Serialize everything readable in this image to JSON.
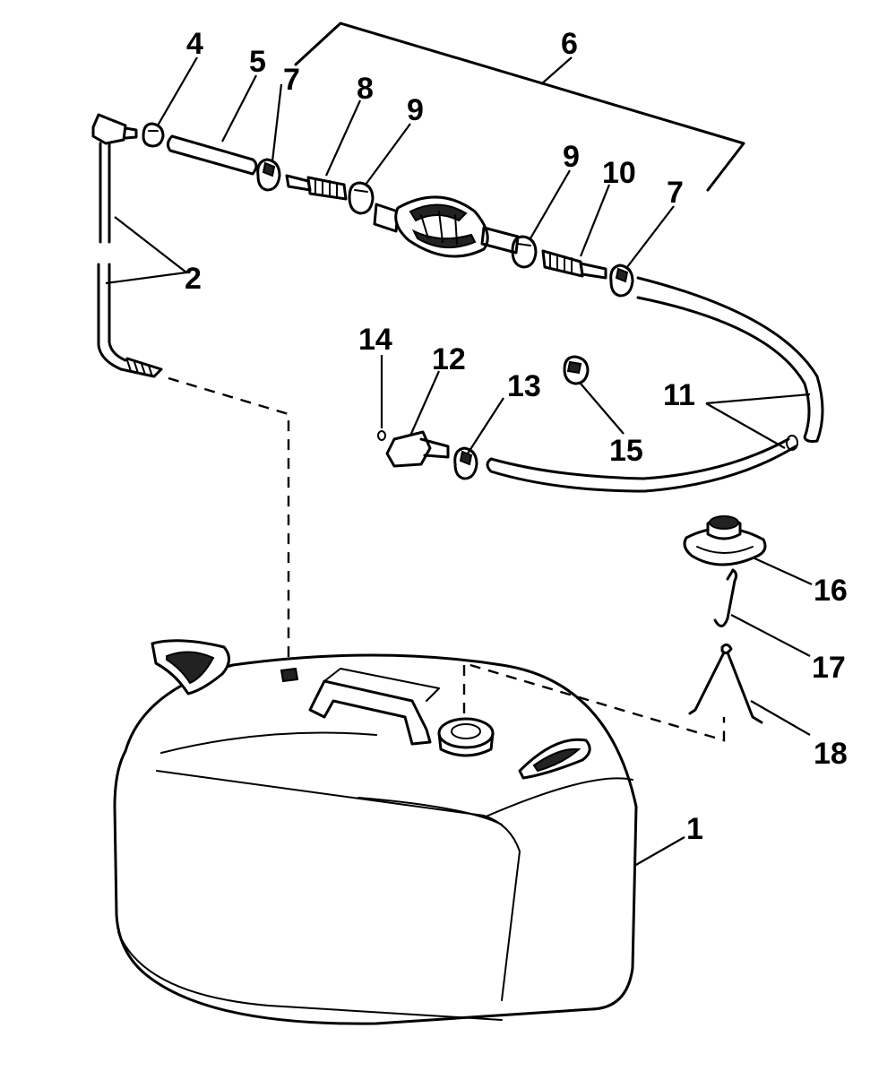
{
  "callouts": {
    "c1": "1",
    "c2": "2",
    "c4": "4",
    "c5": "5",
    "c6": "6",
    "c7a": "7",
    "c7b": "7",
    "c8": "8",
    "c9a": "9",
    "c9b": "9",
    "c10": "10",
    "c11": "11",
    "c12": "12",
    "c13": "13",
    "c14": "14",
    "c15": "15",
    "c16": "16",
    "c17": "17",
    "c18": "18"
  },
  "colors": {
    "ink": "#000000",
    "paper": "#ffffff"
  }
}
